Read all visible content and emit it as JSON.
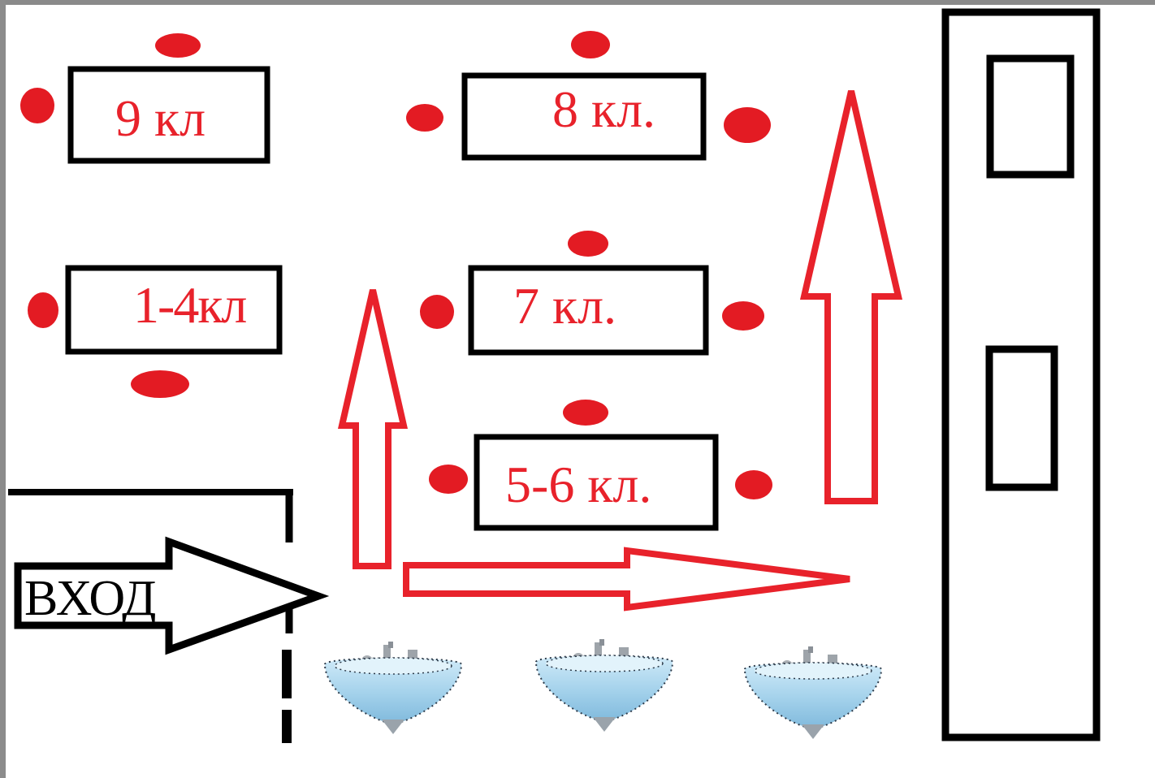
{
  "colors": {
    "table_label": "#e8222b",
    "seat": "#e31b23",
    "arrow_red": "#e8222b",
    "outline": "#000000",
    "sink_body": "#a9d6ee",
    "sink_faucet": "#9ea4aa"
  },
  "tables": [
    {
      "id": "9",
      "label": "9 кл"
    },
    {
      "id": "8",
      "label": "8 кл."
    },
    {
      "id": "1-4",
      "label": "1-4кл"
    },
    {
      "id": "7",
      "label": "7 кл."
    },
    {
      "id": "5-6",
      "label": "5-6 кл."
    }
  ],
  "entrance": {
    "label": "ВХОД",
    "icon": "right-arrow-icon"
  },
  "sinks": {
    "count": 3,
    "icon": "sink-icon"
  },
  "serving_counter": {
    "icon": "counter-icon"
  }
}
